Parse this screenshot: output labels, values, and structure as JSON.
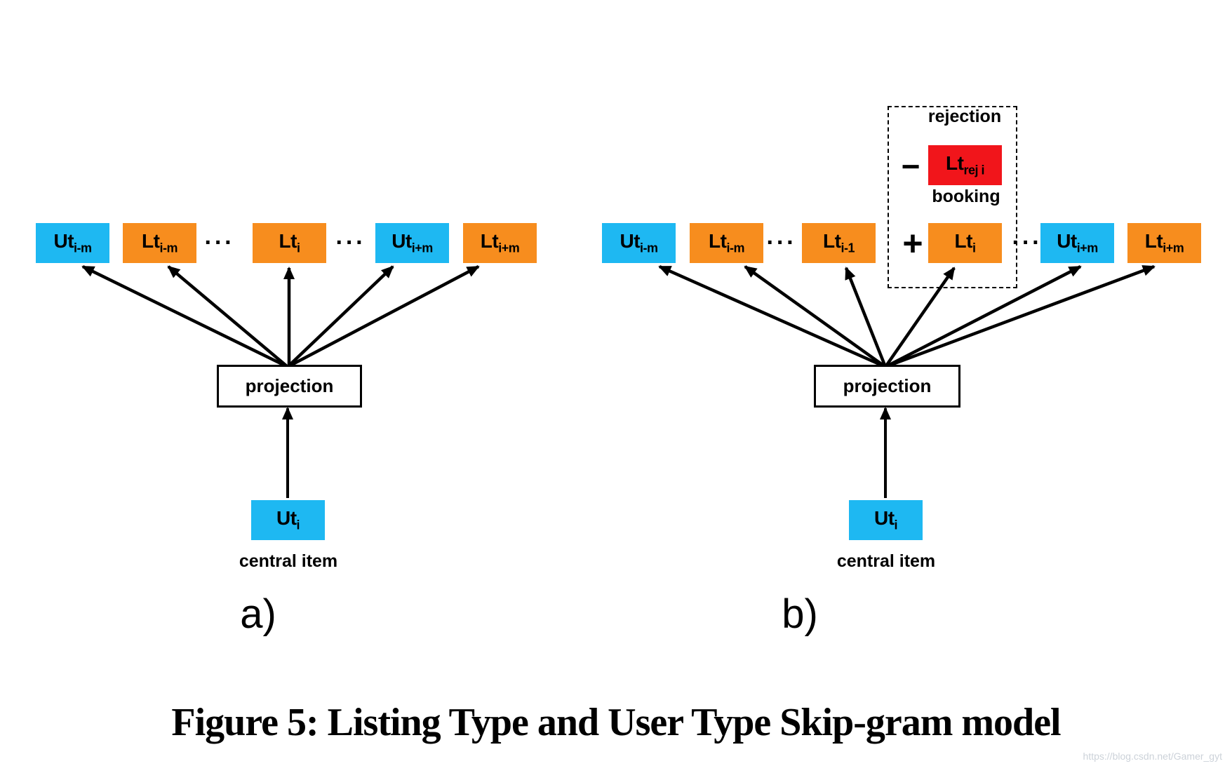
{
  "colors": {
    "user_type": "#1EB8F2",
    "listing_type": "#F78D1E",
    "rejection_red": "#F1151B"
  },
  "ellipsis": "···",
  "caption": "Figure 5: Listing Type and User Type Skip-gram model",
  "watermark": "https://blog.csdn.net/Gamer_gyt",
  "diagram_a": {
    "label": "a)",
    "projection": "projection",
    "central_item_caption": "central item",
    "central_box": {
      "base": "Ut",
      "sub": "i"
    },
    "context_boxes": [
      {
        "base": "Ut",
        "sub": "i-m"
      },
      {
        "base": "Lt",
        "sub": "i-m"
      },
      {
        "base": "Lt",
        "sub": "i"
      },
      {
        "base": "Ut",
        "sub": "i+m"
      },
      {
        "base": "Lt",
        "sub": "i+m"
      }
    ]
  },
  "diagram_b": {
    "label": "b)",
    "projection": "projection",
    "central_item_caption": "central item",
    "central_box": {
      "base": "Ut",
      "sub": "i"
    },
    "context_boxes": [
      {
        "base": "Ut",
        "sub": "i-m"
      },
      {
        "base": "Lt",
        "sub": "i-m"
      },
      {
        "base": "Lt",
        "sub": "i-1"
      },
      {
        "base": "Lt",
        "sub": "i"
      },
      {
        "base": "Ut",
        "sub": "i+m"
      },
      {
        "base": "Lt",
        "sub": "i+m"
      }
    ],
    "loss_terms": {
      "rejection_label": "rejection",
      "rejection_box": {
        "base": "Lt",
        "sub": "rej i"
      },
      "minus_sign": "−",
      "booking_label": "booking",
      "plus_sign": "+"
    }
  }
}
